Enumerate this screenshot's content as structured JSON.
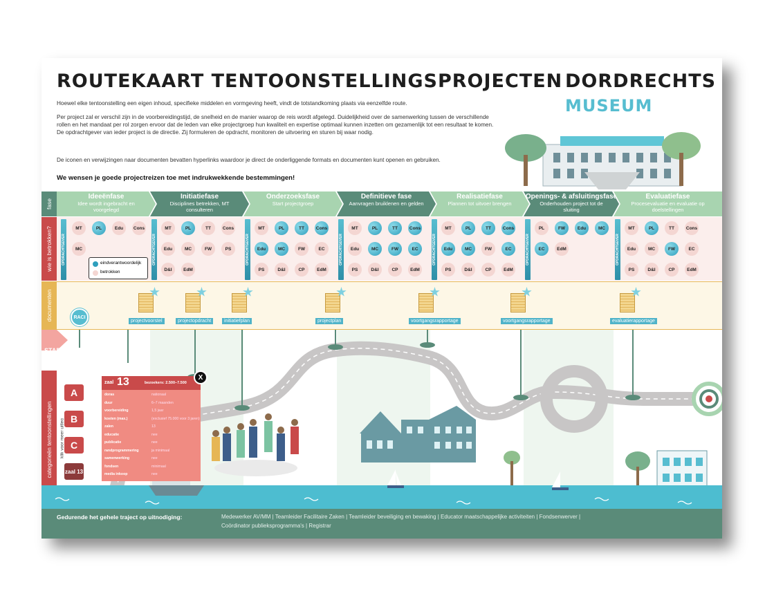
{
  "header": {
    "title": "ROUTEKAART TENTOONSTELLINGSPROJECTEN",
    "logo_line1": "DORDRECHTS",
    "logo_line2": "MUSEUM"
  },
  "intro": {
    "p1": "Hoewel elke tentoonstelling een eigen inhoud, specifieke middelen en vormgeving heeft, vindt de totstandkoming plaats via eenzelfde route.",
    "p2": "Per project zal er verschil zijn in de voorbereidingstijd, de snelheid en de manier waarop de reis wordt afgelegd. Duidelijkheid over de samenwerking tussen de verschillende rollen en het mandaat per rol zorgen ervoor dat de leden van elke projectgroep hun kwaliteit en expertise optimaal kunnen inzetten om gezamenlijk tot een resultaat te komen. De opdrachtgever van ieder project is de directie. Zij formuleren de opdracht, monitoren de uitvoering en sturen bij waar nodig.",
    "p3": "De iconen en verwijzingen naar documenten bevatten hyperlinks waardoor je direct de onderliggende formats en documenten kunt openen en gebruiken.",
    "slogan": "We wensen je goede projectreizen toe met indrukwekkende bestemmingen!"
  },
  "side_labels": {
    "fase": "fase",
    "wie": "wie is betrokken?",
    "documenten": "documenten",
    "start": "START",
    "categorieen": "categorieën tentoonstellingen",
    "klik": "klik voor meer uitleg"
  },
  "phases": [
    {
      "name": "Ideeënfase",
      "sub": "Idee wordt ingebracht en voorgelegd",
      "color": "#a8d4b0"
    },
    {
      "name": "Initiatiefase",
      "sub": "Disciplines betrekken, MT consulteren",
      "color": "#5a8b79"
    },
    {
      "name": "Onderzoeksfase",
      "sub": "Start projectgroep",
      "color": "#a8d4b0"
    },
    {
      "name": "Definitieve fase",
      "sub": "Aanvragen bruiklenen en gelden",
      "color": "#5a8b79"
    },
    {
      "name": "Realisatiefase",
      "sub": "Plannen tot uitvoer brengen",
      "color": "#a8d4b0"
    },
    {
      "name": "Openings- & afsluitingsfase",
      "sub": "Onderhouden project tot de sluiting",
      "color": "#5a8b79"
    },
    {
      "name": "Evaluatiefase",
      "sub": "Procesevaluatie en evaluatie op doelstellingen",
      "color": "#a8d4b0"
    }
  ],
  "opdrachtgever_label": "OPDRACHTGEVER",
  "legend": {
    "e": "eindverantwoordelijk",
    "b": "betrokken"
  },
  "roles": [
    [
      {
        "t": "MT",
        "k": "b"
      },
      {
        "t": "PL",
        "k": "e"
      },
      {
        "t": "Edu",
        "k": "b"
      },
      {
        "t": "Cons",
        "k": "b"
      },
      {
        "t": "MC",
        "k": "b"
      }
    ],
    [
      {
        "t": "MT",
        "k": "b"
      },
      {
        "t": "PL",
        "k": "e"
      },
      {
        "t": "TT",
        "k": "b"
      },
      {
        "t": "Cons",
        "k": "b"
      },
      {
        "t": "Edu",
        "k": "b"
      },
      {
        "t": "MC",
        "k": "b"
      },
      {
        "t": "FW",
        "k": "b"
      },
      {
        "t": "PS",
        "k": "b"
      },
      {
        "t": "D&I",
        "k": "b"
      },
      {
        "t": "EdM",
        "k": "b"
      }
    ],
    [
      {
        "t": "MT",
        "k": "b"
      },
      {
        "t": "PL",
        "k": "e"
      },
      {
        "t": "TT",
        "k": "e"
      },
      {
        "t": "Cons",
        "k": "e"
      },
      {
        "t": "Edu",
        "k": "e"
      },
      {
        "t": "MC",
        "k": "e"
      },
      {
        "t": "FW",
        "k": "b"
      },
      {
        "t": "EC",
        "k": "b"
      },
      {
        "t": "PS",
        "k": "b"
      },
      {
        "t": "D&I",
        "k": "b"
      },
      {
        "t": "CP",
        "k": "b"
      },
      {
        "t": "EdM",
        "k": "b"
      }
    ],
    [
      {
        "t": "MT",
        "k": "b"
      },
      {
        "t": "PL",
        "k": "e"
      },
      {
        "t": "TT",
        "k": "e"
      },
      {
        "t": "Cons",
        "k": "e"
      },
      {
        "t": "Edu",
        "k": "b"
      },
      {
        "t": "MC",
        "k": "e"
      },
      {
        "t": "FW",
        "k": "e"
      },
      {
        "t": "EC",
        "k": "e"
      },
      {
        "t": "PS",
        "k": "b"
      },
      {
        "t": "D&I",
        "k": "b"
      },
      {
        "t": "CP",
        "k": "b"
      },
      {
        "t": "EdM",
        "k": "b"
      }
    ],
    [
      {
        "t": "MT",
        "k": "b"
      },
      {
        "t": "PL",
        "k": "e"
      },
      {
        "t": "TT",
        "k": "e"
      },
      {
        "t": "Cons",
        "k": "e"
      },
      {
        "t": "Edu",
        "k": "e"
      },
      {
        "t": "MC",
        "k": "e"
      },
      {
        "t": "FW",
        "k": "b"
      },
      {
        "t": "EC",
        "k": "e"
      },
      {
        "t": "PS",
        "k": "b"
      },
      {
        "t": "D&I",
        "k": "b"
      },
      {
        "t": "CP",
        "k": "b"
      },
      {
        "t": "EdM",
        "k": "b"
      }
    ],
    [
      {
        "t": "PL",
        "k": "b"
      },
      {
        "t": "FW",
        "k": "e"
      },
      {
        "t": "Edu",
        "k": "e"
      },
      {
        "t": "MC",
        "k": "e"
      },
      {
        "t": "EC",
        "k": "e"
      },
      {
        "t": "EdM",
        "k": "b"
      }
    ],
    [
      {
        "t": "MT",
        "k": "b"
      },
      {
        "t": "PL",
        "k": "e"
      },
      {
        "t": "TT",
        "k": "b"
      },
      {
        "t": "Cons",
        "k": "b"
      },
      {
        "t": "Edu",
        "k": "b"
      },
      {
        "t": "MC",
        "k": "b"
      },
      {
        "t": "FW",
        "k": "e"
      },
      {
        "t": "EC",
        "k": "b"
      },
      {
        "t": "PS",
        "k": "b"
      },
      {
        "t": "D&I",
        "k": "b"
      },
      {
        "t": "CP",
        "k": "b"
      },
      {
        "t": "EdM",
        "k": "b"
      }
    ]
  ],
  "raci": "RACI",
  "documents": [
    "projectvoorstel",
    "projectopdracht",
    "initiatiefplan",
    "projectplan",
    "voortgangsrapportage",
    "voortgangsrapportage",
    "evaluatierapportage"
  ],
  "categories": [
    "A",
    "B",
    "C",
    "zaal 13"
  ],
  "popup": {
    "zaal_label": "zaal",
    "zaal_number": "13",
    "bezoekers": "bezoekers: 2.500–7.500",
    "close": "X",
    "rows": [
      {
        "k": "doras",
        "v": "nationaal"
      },
      {
        "k": "duur",
        "v": "6–7 maanden"
      },
      {
        "k": "voorbereiding",
        "v": "1,5 jaar"
      },
      {
        "k": "kosten (max.)",
        "v": "(exclusief 75.000 voor 3 jaren)"
      },
      {
        "k": "zalen",
        "v": "13"
      },
      {
        "k": "educatie",
        "v": "nee"
      },
      {
        "k": "publicatie",
        "v": "nee"
      },
      {
        "k": "randprogrammering",
        "v": "ja minimaal"
      },
      {
        "k": "samenwerking",
        "v": "nee"
      },
      {
        "k": "fondsen",
        "v": "minimaal"
      },
      {
        "k": "media inkoop",
        "v": "nee"
      }
    ]
  },
  "footer": {
    "label": "Gedurende het gehele traject op uitnodiging:",
    "line1": "Medewerker AV/MM  |  Teamleider Facilitaire Zaken  |  Teamleider beveiliging en bewaking  |  Educator maatschappelijke activiteiten  |  Fondsenwerver  |",
    "line2": "Coördinator publieksprogramma's  |  Registrar"
  },
  "colors": {
    "teal": "#57bdd0",
    "green": "#5a8b79",
    "lightgreen": "#a8d4b0",
    "red": "#c94a4a",
    "road": "#c8c6c6",
    "water": "#4dbdd0"
  }
}
